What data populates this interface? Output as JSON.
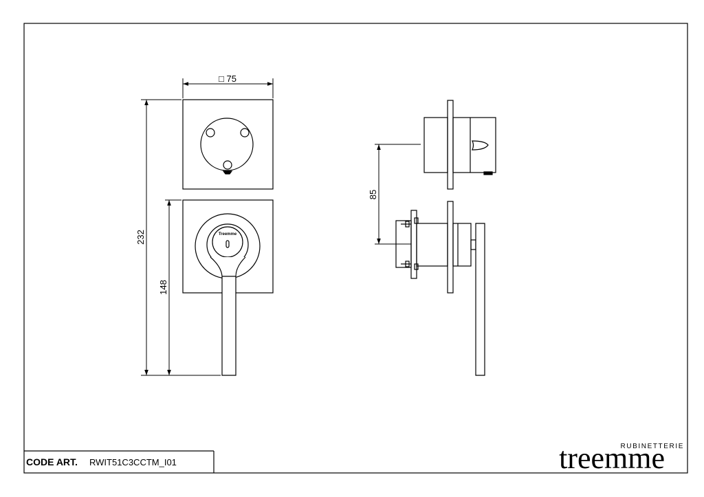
{
  "drawing": {
    "dimensions": {
      "width_label": "□ 75",
      "total_height_label": "232",
      "lower_plate_label": "148",
      "depth_label": "85"
    },
    "brand_mark": "Treemme"
  },
  "title_block": {
    "code_label": "CODE ART.",
    "code_value": "RWIT51C3CCTM_I01"
  },
  "logo": {
    "subtitle": "RUBINETTERIE",
    "name": "treemme"
  }
}
